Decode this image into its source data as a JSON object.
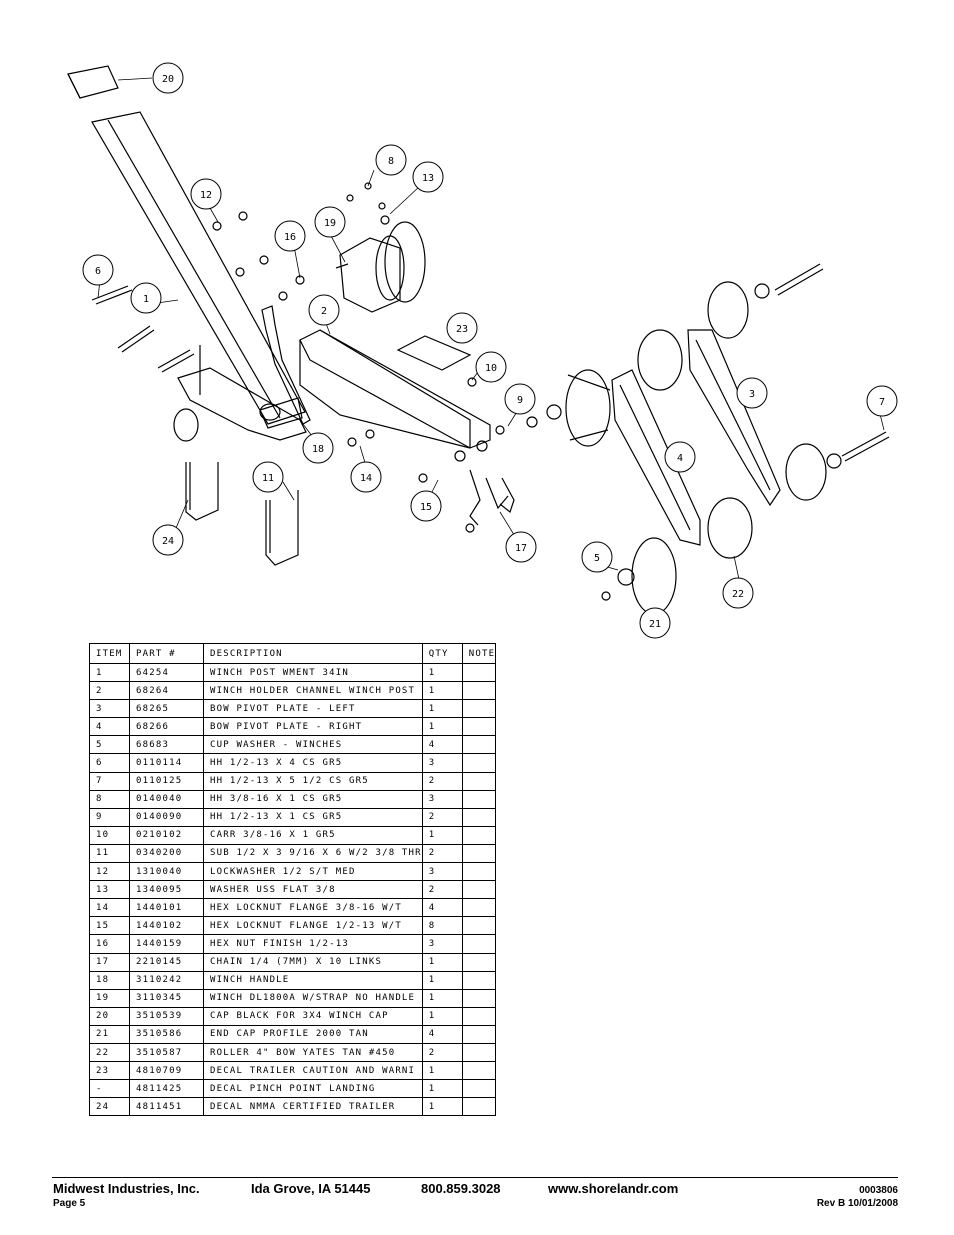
{
  "callouts": [
    "20",
    "8",
    "13",
    "12",
    "19",
    "16",
    "6",
    "1",
    "2",
    "23",
    "10",
    "9",
    "7",
    "3",
    "18",
    "14",
    "11",
    "4",
    "15",
    "17",
    "24",
    "5",
    "22",
    "21"
  ],
  "table": {
    "headers": [
      "ITEM",
      "PART #",
      "DESCRIPTION",
      "QTY",
      "NOTE"
    ],
    "rows": [
      [
        "1",
        "64254",
        "WINCH POST WMENT  34IN",
        "1",
        ""
      ],
      [
        "2",
        "68264",
        "WINCH HOLDER CHANNEL WINCH POST",
        "1",
        ""
      ],
      [
        "3",
        "68265",
        "BOW PIVOT PLATE - LEFT",
        "1",
        ""
      ],
      [
        "4",
        "68266",
        "BOW PIVOT PLATE - RIGHT",
        "1",
        ""
      ],
      [
        "5",
        "68683",
        "CUP WASHER - WINCHES",
        "4",
        ""
      ],
      [
        "6",
        "0110114",
        "HH 1/2-13 X 4 CS GR5",
        "3",
        ""
      ],
      [
        "7",
        "0110125",
        "HH 1/2-13 X 5 1/2 CS GR5",
        "2",
        ""
      ],
      [
        "8",
        "0140040",
        "HH 3/8-16 X 1 CS GR5",
        "3",
        ""
      ],
      [
        "9",
        "0140090",
        "HH 1/2-13 X 1 CS GR5",
        "2",
        ""
      ],
      [
        "10",
        "0210102",
        "CARR 3/8-16 X 1 GR5",
        "1",
        ""
      ],
      [
        "11",
        "0340200",
        "SUB 1/2 X 3 9/16 X 6 W/2 3/8 THR",
        "2",
        ""
      ],
      [
        "12",
        "1310040",
        "LOCKWASHER 1/2 S/T MED",
        "3",
        ""
      ],
      [
        "13",
        "1340095",
        "WASHER USS FLAT 3/8",
        "2",
        ""
      ],
      [
        "14",
        "1440101",
        "HEX LOCKNUT FLANGE 3/8-16 W/T",
        "4",
        ""
      ],
      [
        "15",
        "1440102",
        "HEX LOCKNUT FLANGE 1/2-13 W/T",
        "8",
        ""
      ],
      [
        "16",
        "1440159",
        "HEX NUT FINISH 1/2-13",
        "3",
        ""
      ],
      [
        "17",
        "2210145",
        "CHAIN 1/4 (7MM) X 10 LINKS",
        "1",
        ""
      ],
      [
        "18",
        "3110242",
        "WINCH HANDLE",
        "1",
        ""
      ],
      [
        "19",
        "3110345",
        "WINCH DL1800A W/STRAP  NO HANDLE",
        "1",
        ""
      ],
      [
        "20",
        "3510539",
        "CAP BLACK FOR 3X4 WINCH CAP",
        "1",
        ""
      ],
      [
        "21",
        "3510586",
        "END CAP PROFILE 2000 TAN",
        "4",
        ""
      ],
      [
        "22",
        "3510587",
        "ROLLER 4\" BOW YATES TAN #450",
        "2",
        ""
      ],
      [
        "23",
        "4810709",
        "DECAL TRAILER CAUTION AND WARNI",
        "1",
        ""
      ],
      [
        "-",
        "4811425",
        "DECAL PINCH POINT LANDING",
        "1",
        ""
      ],
      [
        "24",
        "4811451",
        " DECAL NMMA CERTIFIED TRAILER",
        "1",
        ""
      ]
    ]
  },
  "footer": {
    "company": "Midwest Industries, Inc.",
    "city": "Ida Grove, IA  51445",
    "phone": "800.859.3028",
    "website": "www.shorelandr.com",
    "page": "Page 5",
    "doc_number": "0003806",
    "revision": "Rev B  10/01/2008"
  }
}
